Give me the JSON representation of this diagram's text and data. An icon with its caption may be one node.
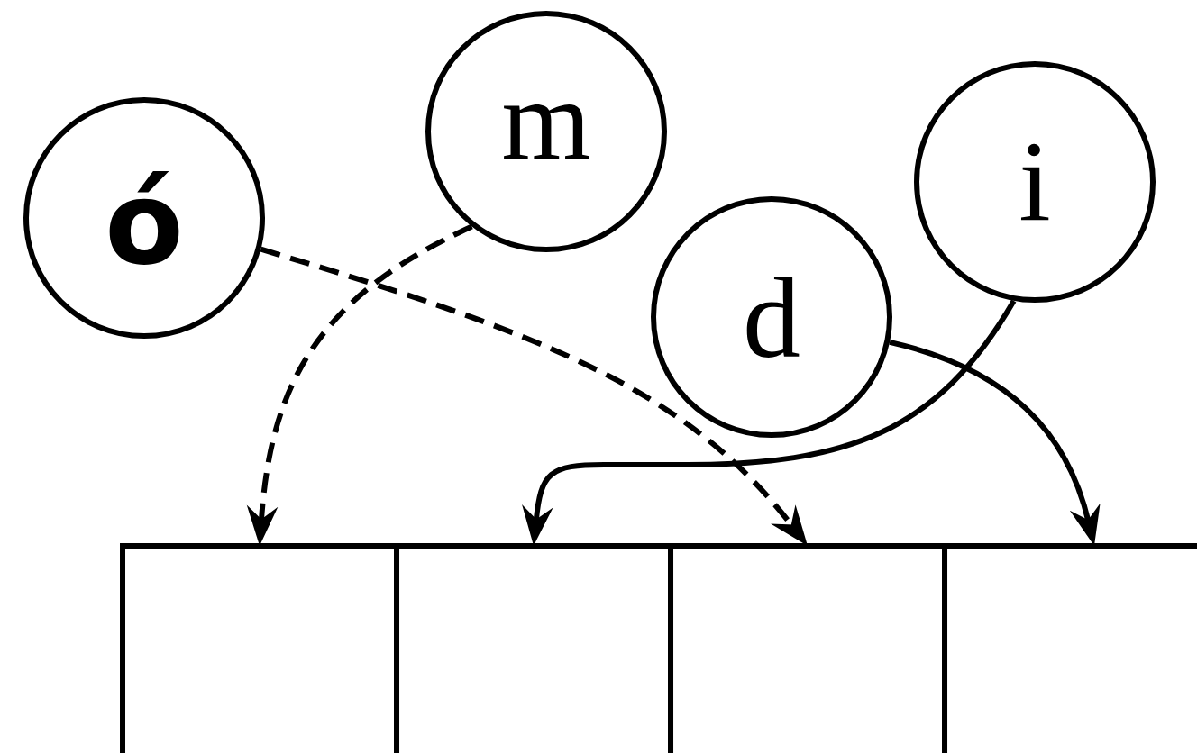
{
  "diagram": {
    "nodes": [
      {
        "text": [
          "ó"
        ]
      },
      {
        "text": [
          "m"
        ]
      },
      {
        "text": [
          "d"
        ]
      },
      {
        "text": [
          "i"
        ]
      },
      {
        "text": [],
        "shape": "box"
      },
      {
        "text": [],
        "shape": "box"
      },
      {
        "text": [],
        "shape": "box"
      },
      {
        "text": [],
        "shape": "box"
      }
    ],
    "edges": [
      {
        "from": 0,
        "to": 6,
        "arrow": "to",
        "style": "dashed"
      },
      {
        "from": 1,
        "to": 4,
        "arrow": "to",
        "style": "dashed"
      },
      {
        "from": 3,
        "to": 5,
        "arrow": "to"
      },
      {
        "from": 2,
        "to": 7,
        "arrow": "to"
      }
    ]
  }
}
